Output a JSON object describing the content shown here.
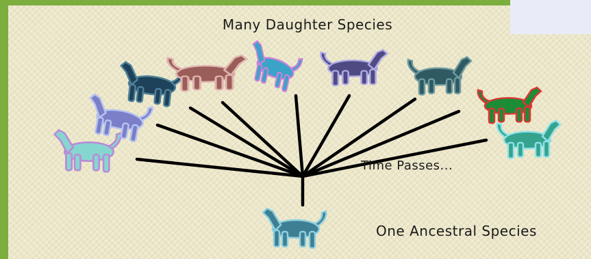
{
  "labels": {
    "top": "Many Daughter Species",
    "middle": "Time Passes...",
    "bottom": "One Ancestral Species"
  },
  "colors": {
    "frame_green": "#7cae3e",
    "background_beige": "#ece7c9",
    "corner_box": "#e9ecf8",
    "tree_lines": "#000000"
  },
  "animals": {
    "ancestor": {
      "icon": "blue-horse-icon",
      "fill": "#3f7f94",
      "accent": "#8ed0de"
    },
    "daughters": [
      {
        "icon": "cyan-horse-icon",
        "fill": "#86d6d0",
        "accent": "#b98bd8"
      },
      {
        "icon": "purple-giraffe-icon",
        "fill": "#7a7fc8",
        "accent": "#b7c3f0"
      },
      {
        "icon": "navy-llama-icon",
        "fill": "#1d4259",
        "accent": "#4f8098"
      },
      {
        "icon": "mauve-long-dog-icon",
        "fill": "#9a5d57",
        "accent": "#e0b3b0"
      },
      {
        "icon": "blue-deer-icon",
        "fill": "#3aa3c8",
        "accent": "#c983d9"
      },
      {
        "icon": "lavender-dog-icon",
        "fill": "#4e4a82",
        "accent": "#b0a9e6"
      },
      {
        "icon": "teal-bear-icon",
        "fill": "#2f5a62",
        "accent": "#6e9aa0"
      },
      {
        "icon": "green-dinosaur-icon",
        "fill": "#1c8c37",
        "accent": "#e03434"
      },
      {
        "icon": "green-cyan-dog-icon",
        "fill": "#35a38e",
        "accent": "#8fe2e8"
      }
    ]
  }
}
